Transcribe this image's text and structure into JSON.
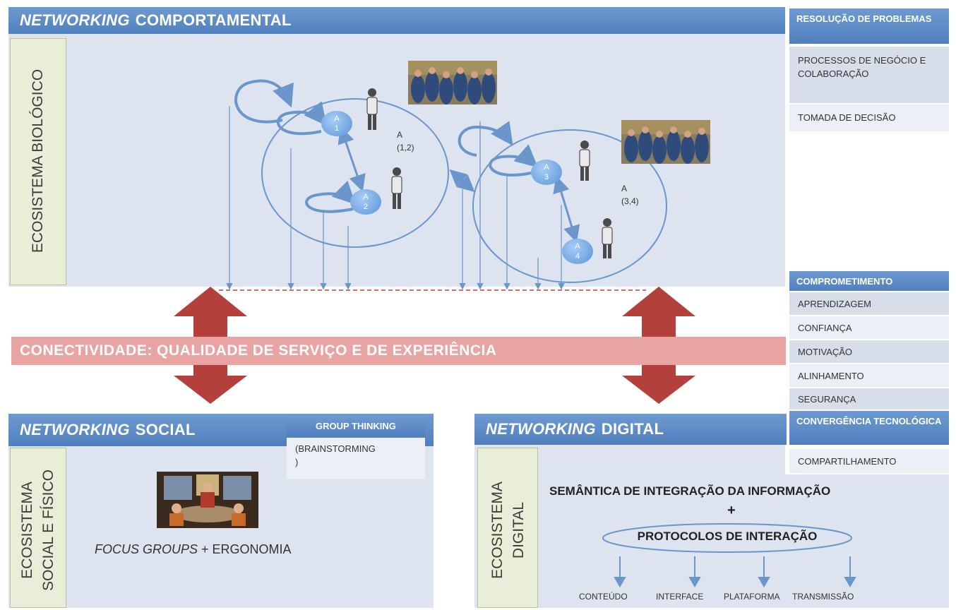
{
  "top": {
    "title_italic": "NETWORKING",
    "title_rest": "COMPORTAMENTAL",
    "side_label": "ECOSISTEMA BIOLÓGICO",
    "nodes": [
      "A\n1",
      "A\n2",
      "A\n3",
      "A\n4"
    ],
    "relation_labels": [
      "A\n(1,2)",
      "A\n(3,4)"
    ]
  },
  "right_top": {
    "header": "RESOLUÇÃO DE PROBLEMAS",
    "items": [
      "PROCESSOS DE NEGÓCIO E COLABORAÇÃO",
      "TOMADA DE DECISÃO"
    ]
  },
  "connectivity": "CONECTIVIDADE: QUALIDADE DE SERVIÇO E DE EXPERIÊNCIA",
  "right_mid": {
    "header": "COMPROMETIMENTO",
    "items": [
      "APRENDIZAGEM",
      "CONFIANÇA",
      "MOTIVAÇÃO",
      "ALINHAMENTO",
      "SEGURANÇA"
    ],
    "header2": "CONVERGÊNCIA TECNOLÓGICA",
    "items2": [
      "COMPARTILHAMENTO"
    ]
  },
  "social": {
    "title_italic": "NETWORKING",
    "title_rest": "SOCIAL",
    "side_label": "ECOSISTEMA\nSOCIAL E FÍSICO",
    "group_header": "GROUP THINKING",
    "group_item": "(BRAINSTORMING\n)",
    "caption_italic": "FOCUS GROUPS",
    "caption_rest": " + ERGONOMIA"
  },
  "digital": {
    "title_italic": "NETWORKING",
    "title_rest": "DIGITAL",
    "side_label": "ECOSISTEMA\nDIGITAL",
    "semantics": "SEMÂNTICA DE INTEGRAÇÃO DA INFORMAÇÃO",
    "plus": "+",
    "protocols": "PROTOCOLOS DE INTERAÇÃO",
    "layers": [
      "CONTEÚDO",
      "INTERFACE",
      "PLATAFORMA",
      "TRANSMISSÃO"
    ]
  },
  "colors": {
    "header_blue": "#4f7fbd",
    "panel_bg": "#dde3ef",
    "side_bg": "#e9eed9",
    "arrow_red": "#b4403c",
    "connectivity_bar": "#e8a3a3",
    "line_blue": "#6a96cc"
  }
}
